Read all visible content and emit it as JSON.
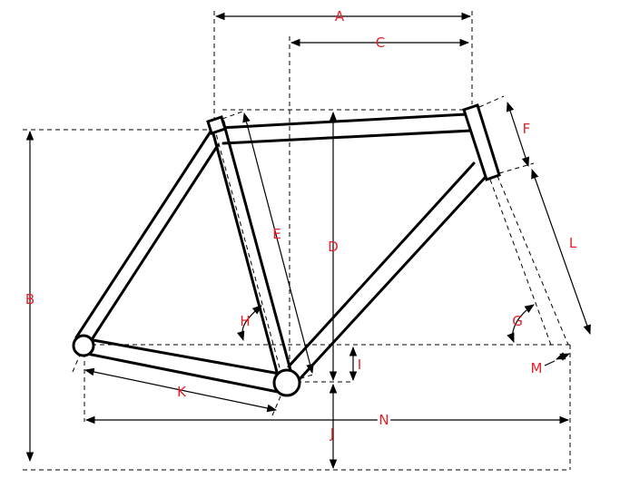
{
  "labels": {
    "A": "A",
    "B": "B",
    "C": "C",
    "D": "D",
    "E": "E",
    "F": "F",
    "G": "G",
    "H": "H",
    "I": "I",
    "J": "J",
    "K": "K",
    "L": "L",
    "M": "M",
    "N": "N"
  },
  "colors": {
    "label": "#e8202a",
    "lines": "#000000"
  }
}
